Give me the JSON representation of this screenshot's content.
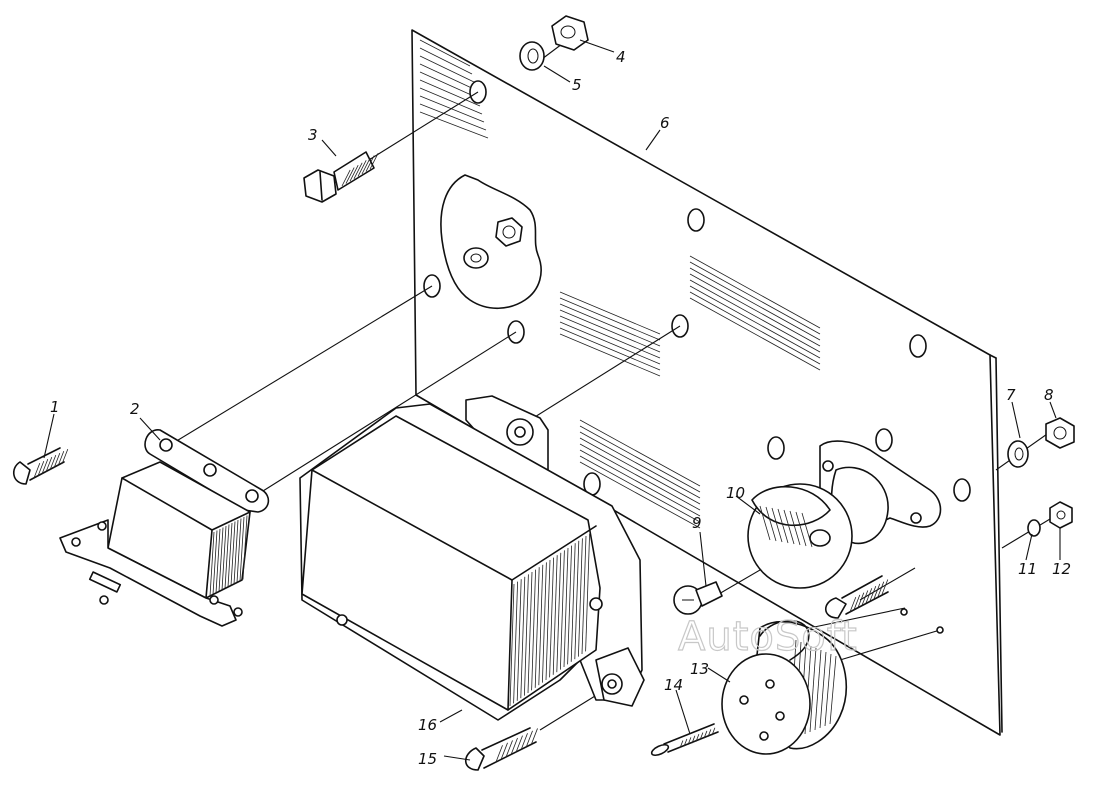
{
  "watermark": "AutoSoft",
  "part_labels": {
    "l1": "1",
    "l2": "2",
    "l3": "3",
    "l4": "4",
    "l5": "5",
    "l6": "6",
    "l7": "7",
    "l8": "8",
    "l9": "9",
    "l10": "10",
    "l11": "11",
    "l12": "12",
    "l13": "13",
    "l14": "14",
    "l15": "15",
    "l16": "16"
  },
  "colors": {
    "ink": "#111111",
    "background": "#ffffff",
    "watermark": "#c8c8c8"
  }
}
